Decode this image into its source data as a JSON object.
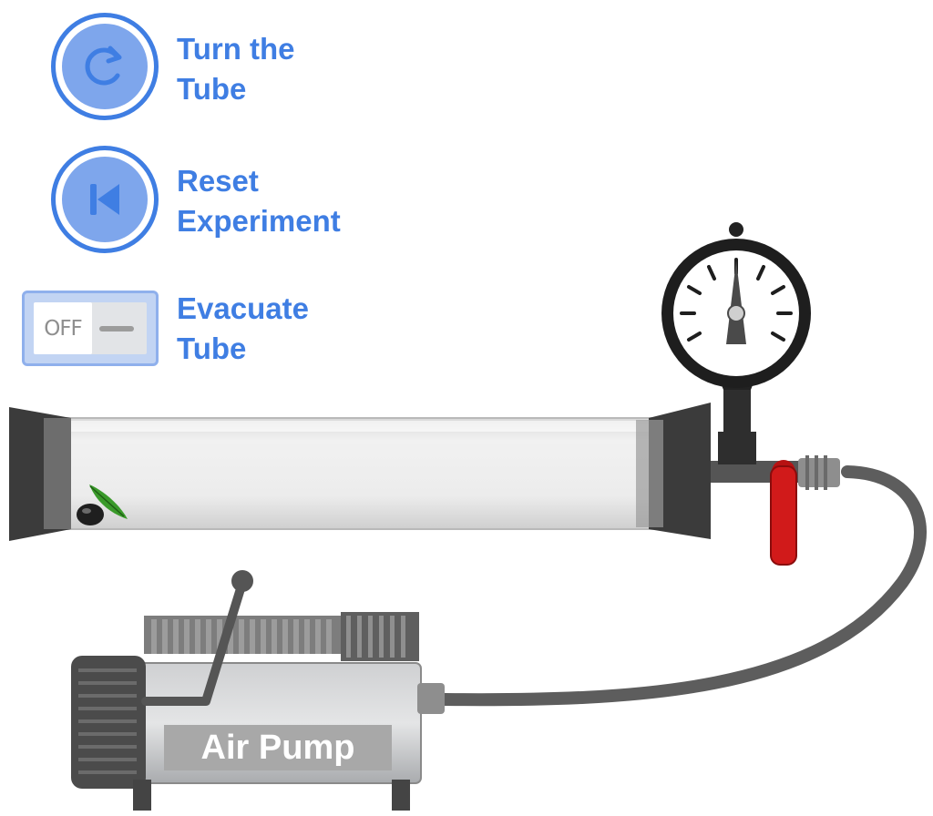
{
  "controls": {
    "turn_tube": {
      "label_line1": "Turn the",
      "label_line2": "Tube",
      "icon": "rotate-clockwise-icon"
    },
    "reset": {
      "label_line1": "Reset",
      "label_line2": "Experiment",
      "icon": "skip-to-start-icon"
    },
    "evacuate": {
      "label_line1": "Evacuate",
      "label_line2": "Tube",
      "switch_state": "OFF"
    }
  },
  "apparatus": {
    "pump_label": "Air Pump",
    "gauge_needle_position": "zero",
    "valve_color": "#d11a1a"
  },
  "colors": {
    "accent": "#3f7ee3",
    "accent_light": "#7ea6ec"
  }
}
